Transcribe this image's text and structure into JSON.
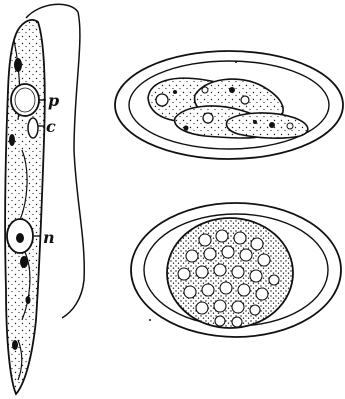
{
  "labels": {
    "p": "p",
    "c": "c",
    "n": "n"
  },
  "colors": {
    "ink": "#111111",
    "paper": "#ffffff"
  }
}
